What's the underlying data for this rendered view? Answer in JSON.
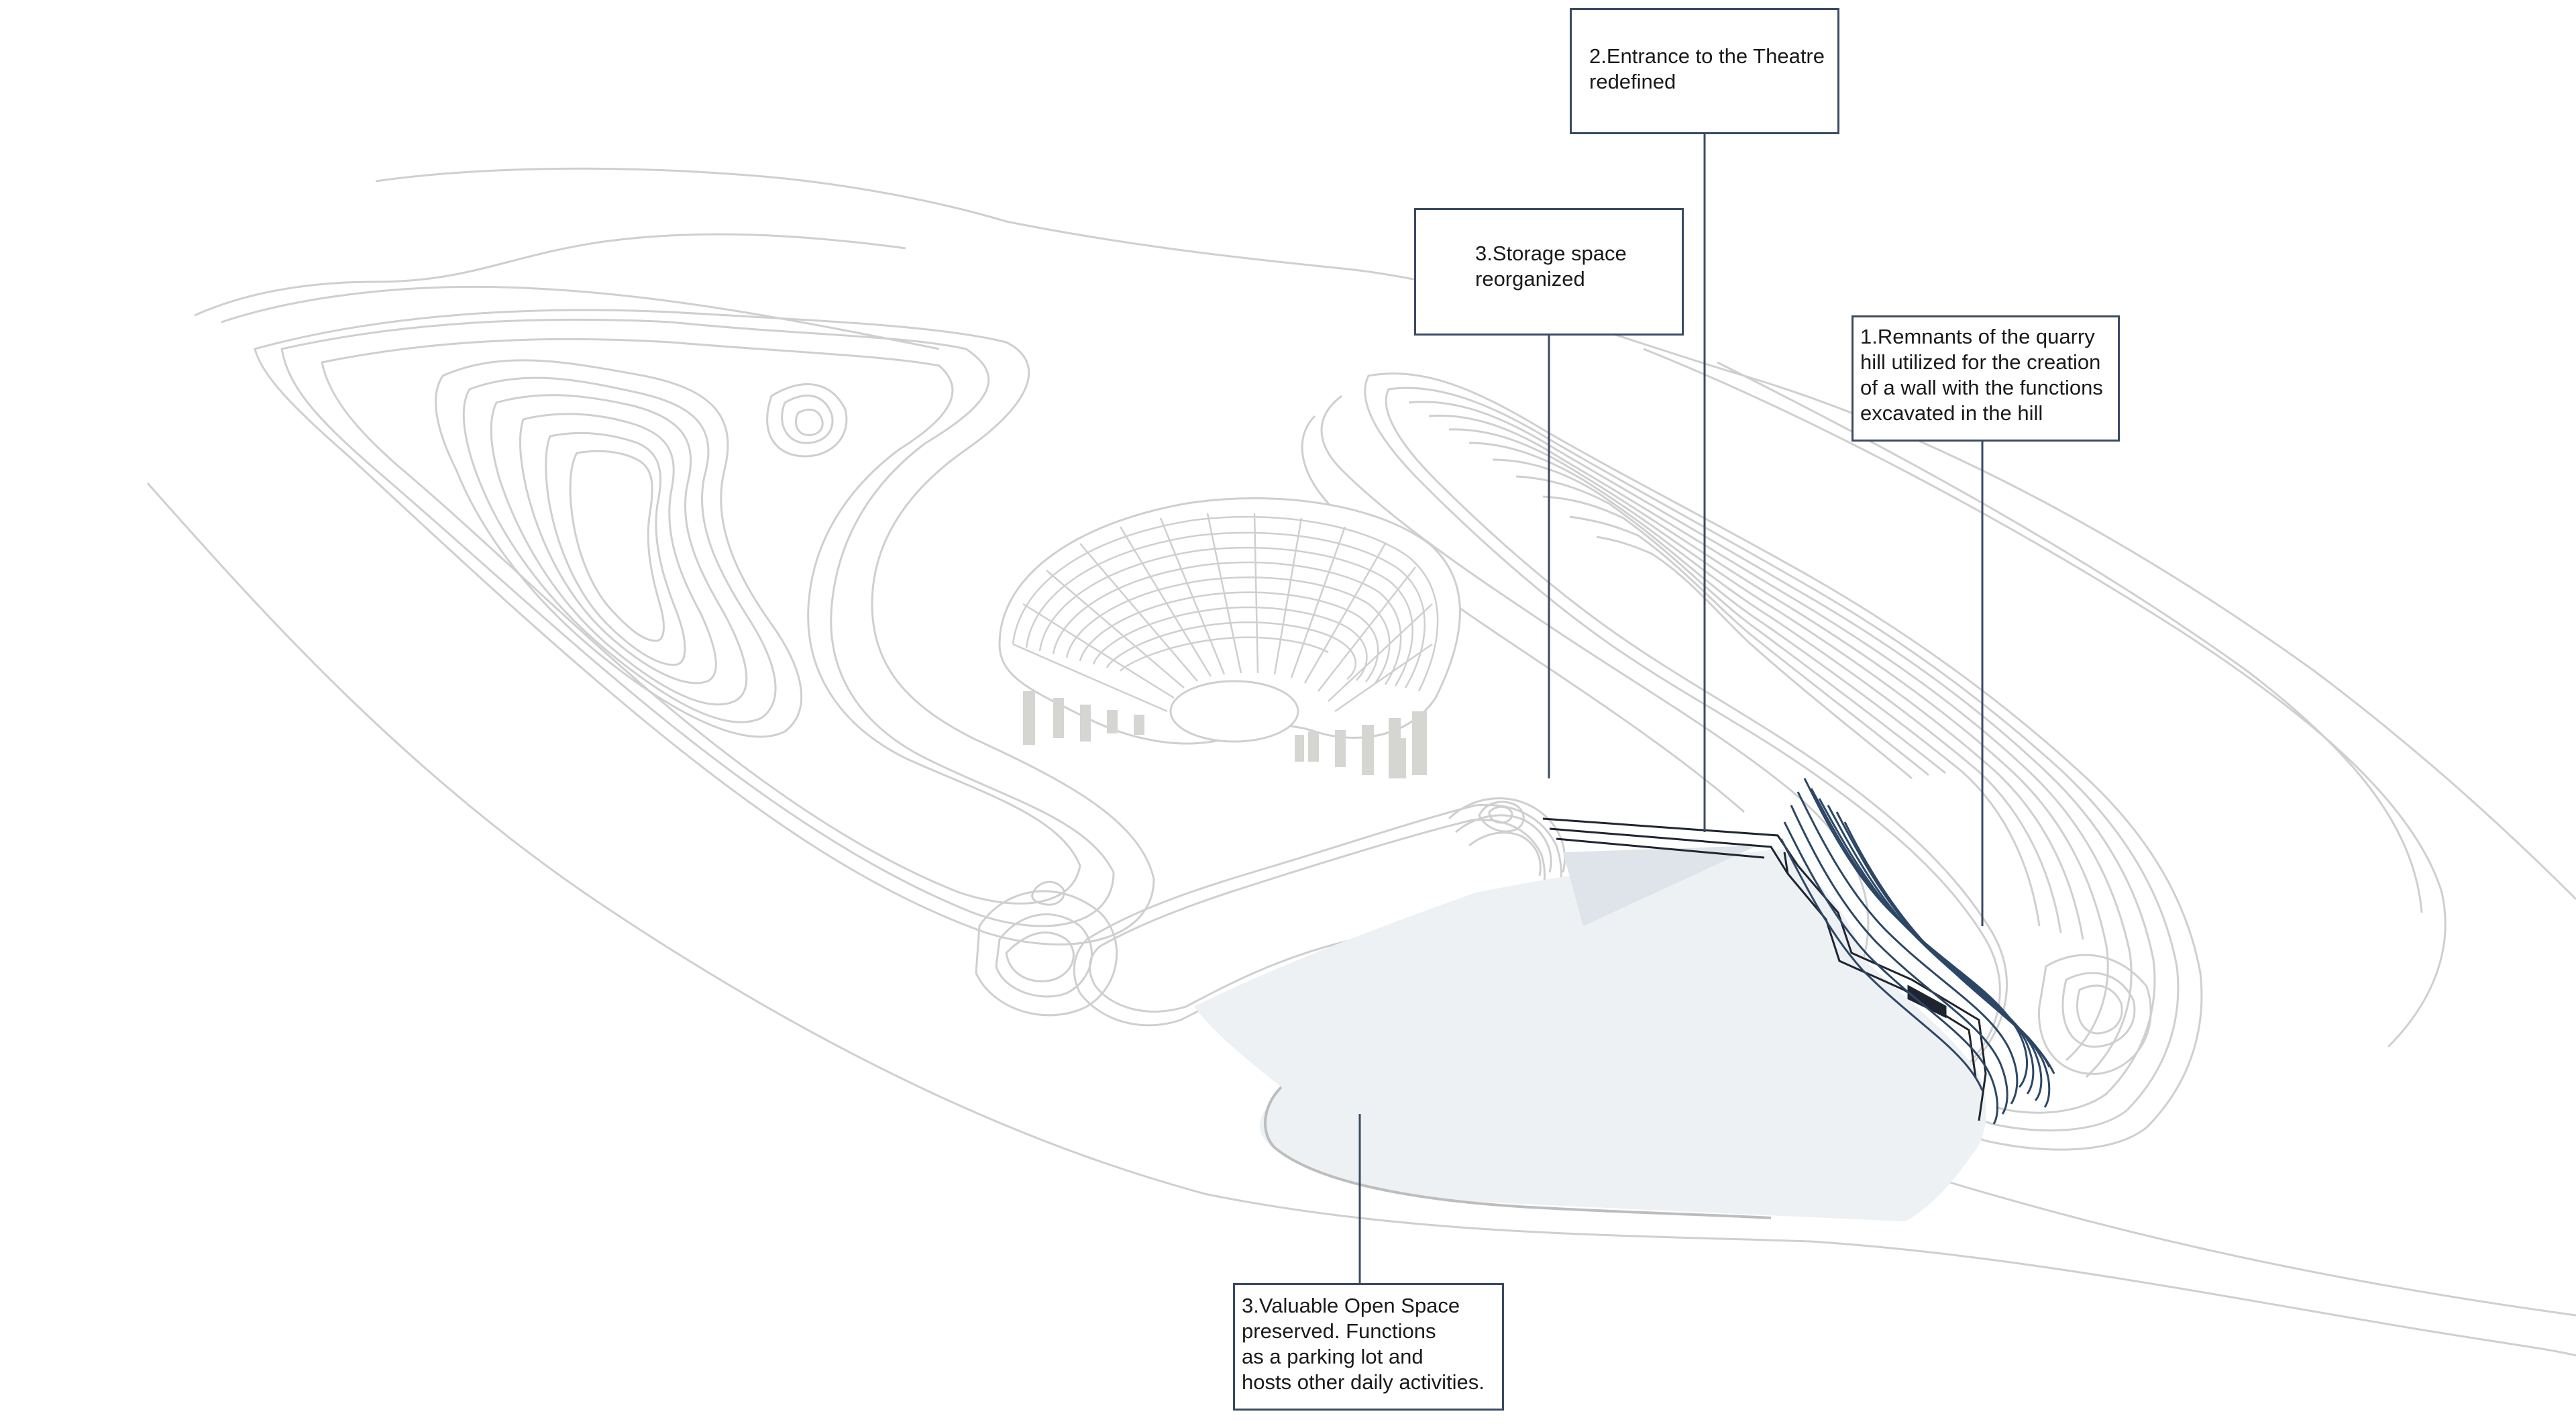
{
  "colors": {
    "contour": "#cfcfcf",
    "contour_dark": "#bdbdbd",
    "leader_line": "#3a4a63",
    "wall_lines": "#2c4766",
    "open_space_fill": "#eef1f3",
    "storage_fill": "#dfe3ea",
    "theatre_support": "#d5d5d2"
  },
  "annotations": [
    {
      "id": "entrance",
      "lines": [
        "2.Entrance to the Theatre",
        "redefined"
      ]
    },
    {
      "id": "storage",
      "lines": [
        "3.Storage space",
        "reorganized"
      ]
    },
    {
      "id": "remnants",
      "lines": [
        "1.Remnants of the quarry",
        "hill utilized for the creation",
        "of a wall with the functions",
        "excavated in the hill"
      ]
    },
    {
      "id": "openspace",
      "lines": [
        "3.Valuable Open Space",
        "preserved. Functions",
        "as a parking lot and",
        "hosts other daily activities."
      ]
    }
  ]
}
